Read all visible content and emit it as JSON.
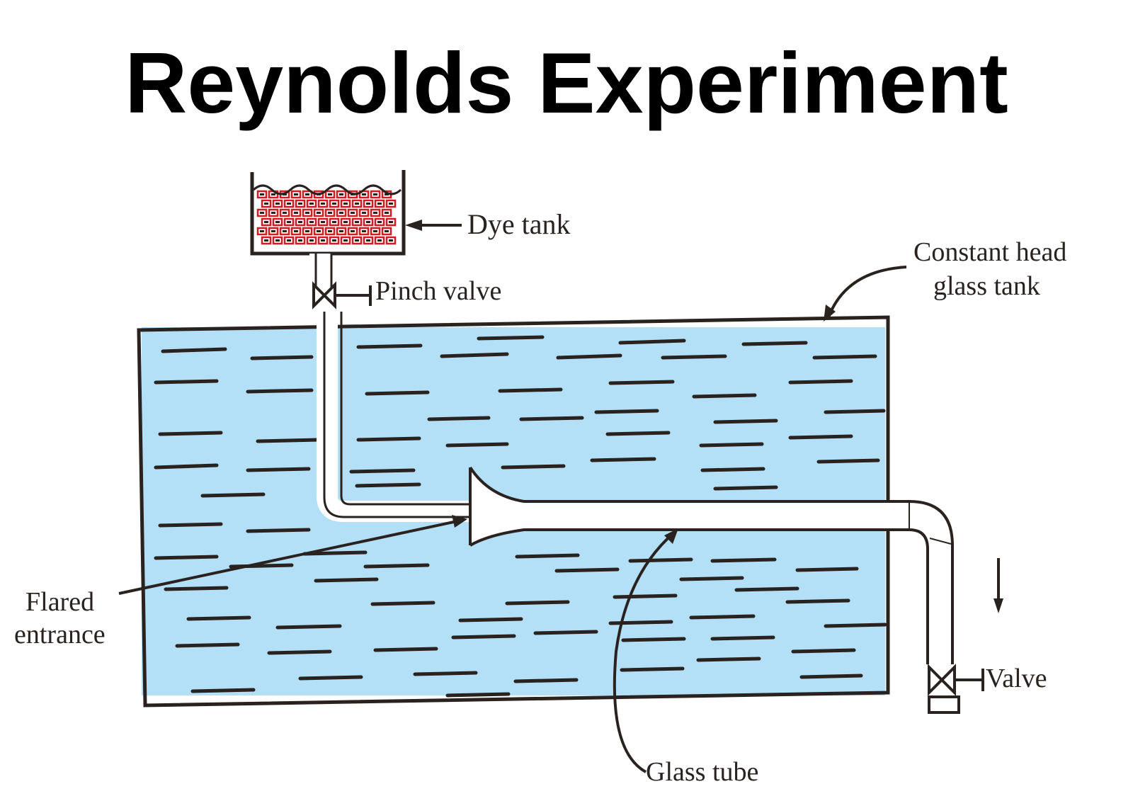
{
  "title": "Reynolds Experiment",
  "labels": {
    "dye_tank": "Dye tank",
    "pinch_valve": "Pinch valve",
    "constant_head_line1": "Constant head",
    "constant_head_line2": "glass tank",
    "flared_line1": "Flared",
    "flared_line2": "entrance",
    "glass_tube": "Glass tube",
    "valve": "Valve"
  },
  "colors": {
    "water": "#b3e0f7",
    "dye": "#d81920",
    "ink": "#2a221f"
  }
}
